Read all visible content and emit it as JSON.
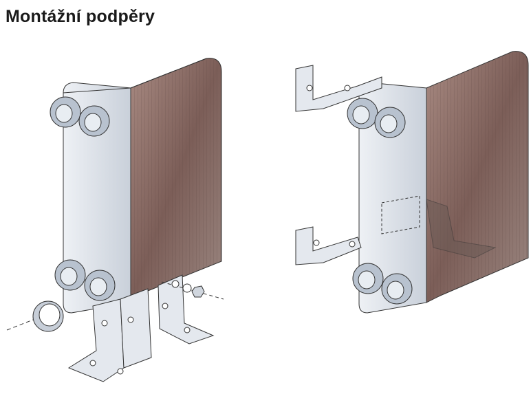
{
  "page": {
    "title": "Montážní podpěry"
  },
  "figures": [
    {
      "name": "exchanger-floor-stand"
    },
    {
      "name": "exchanger-wall-brackets"
    }
  ],
  "colors": {
    "copper": "#8a6a62",
    "plate": "#d8dde4",
    "bracket": "#e4e8ee",
    "outline": "#333333"
  }
}
